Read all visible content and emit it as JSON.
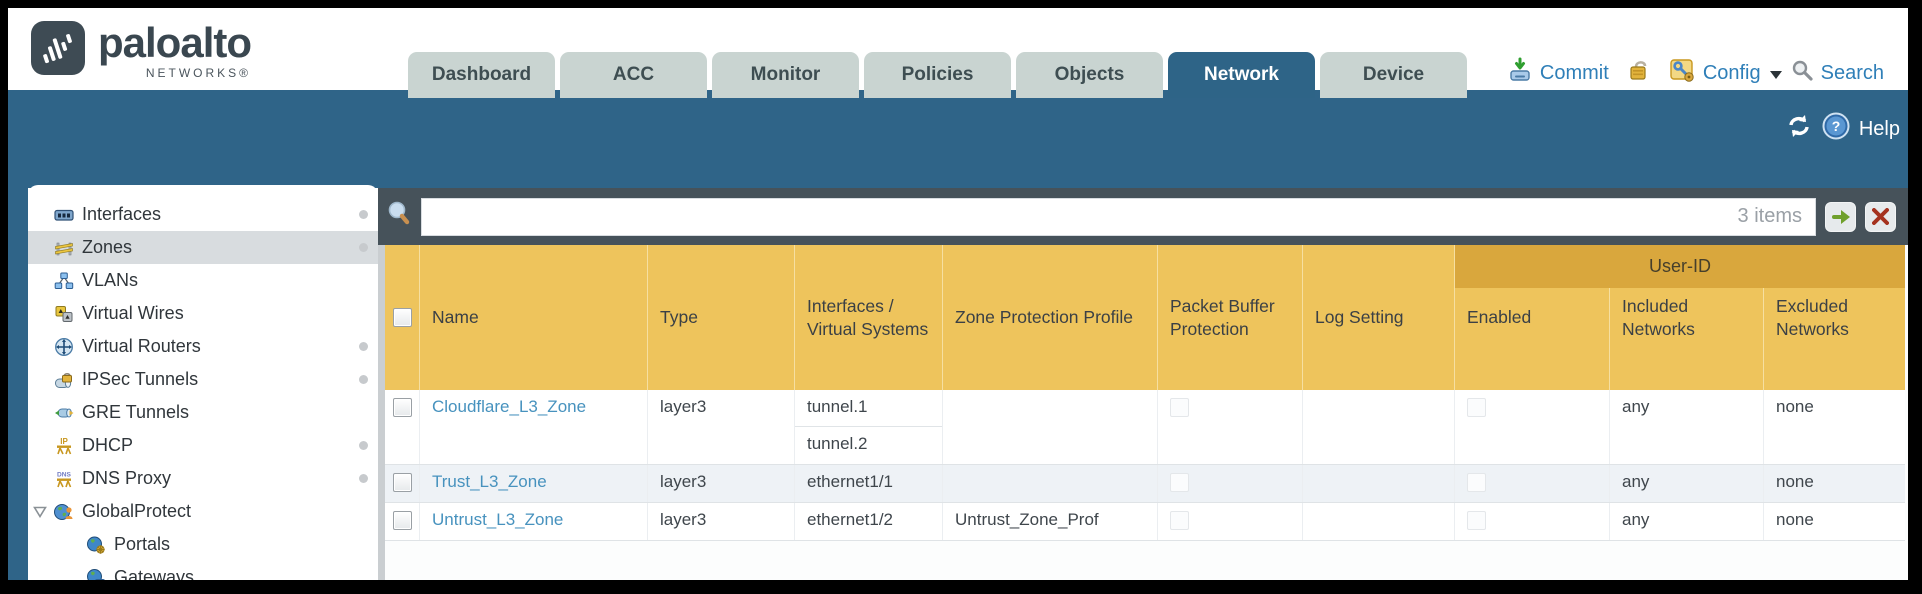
{
  "brand": {
    "name": "paloalto",
    "sub": "NETWORKS®"
  },
  "tabs": [
    {
      "label": "Dashboard",
      "active": false
    },
    {
      "label": "ACC",
      "active": false
    },
    {
      "label": "Monitor",
      "active": false
    },
    {
      "label": "Policies",
      "active": false
    },
    {
      "label": "Objects",
      "active": false
    },
    {
      "label": "Network",
      "active": true
    },
    {
      "label": "Device",
      "active": false
    }
  ],
  "utility": {
    "commit": "Commit",
    "config": "Config",
    "search": "Search"
  },
  "band": {
    "help": "Help"
  },
  "sidebar": {
    "items": [
      {
        "label": "Interfaces",
        "icon": "interfaces-icon",
        "dot": true,
        "selected": false
      },
      {
        "label": "Zones",
        "icon": "zones-icon",
        "dot": true,
        "selected": true
      },
      {
        "label": "VLANs",
        "icon": "vlans-icon",
        "dot": false
      },
      {
        "label": "Virtual Wires",
        "icon": "virtual-wires-icon",
        "dot": false
      },
      {
        "label": "Virtual Routers",
        "icon": "virtual-routers-icon",
        "dot": true
      },
      {
        "label": "IPSec Tunnels",
        "icon": "ipsec-tunnels-icon",
        "dot": true
      },
      {
        "label": "GRE Tunnels",
        "icon": "gre-tunnels-icon",
        "dot": false
      },
      {
        "label": "DHCP",
        "icon": "dhcp-icon",
        "dot": true
      },
      {
        "label": "DNS Proxy",
        "icon": "dns-proxy-icon",
        "dot": true
      },
      {
        "label": "GlobalProtect",
        "icon": "globalprotect-icon",
        "dot": false,
        "expanded": true
      },
      {
        "label": "Portals",
        "icon": "portals-icon",
        "dot": false,
        "child": true
      },
      {
        "label": "Gateways",
        "icon": "gateways-icon",
        "dot": false,
        "child": true
      }
    ]
  },
  "filter": {
    "value": "",
    "count_label": "3 items"
  },
  "table": {
    "group_header": "User-ID",
    "columns": [
      "Name",
      "Type",
      "Interfaces / Virtual Systems",
      "Zone Protection Profile",
      "Packet Buffer Protection",
      "Log Setting",
      "Enabled",
      "Included Networks",
      "Excluded Networks"
    ],
    "rows": [
      {
        "name": "Cloudflare_L3_Zone",
        "type": "layer3",
        "interfaces": [
          "tunnel.1",
          "tunnel.2"
        ],
        "zone_protection_profile": "",
        "log_setting": "",
        "included_networks": "any",
        "excluded_networks": "none"
      },
      {
        "name": "Trust_L3_Zone",
        "type": "layer3",
        "interfaces": [
          "ethernet1/1"
        ],
        "zone_protection_profile": "",
        "log_setting": "",
        "included_networks": "any",
        "excluded_networks": "none"
      },
      {
        "name": "Untrust_L3_Zone",
        "type": "layer3",
        "interfaces": [
          "ethernet1/2"
        ],
        "zone_protection_profile": "Untrust_Zone_Prof",
        "log_setting": "",
        "included_networks": "any",
        "excluded_networks": "none"
      }
    ]
  },
  "colors": {
    "accent_teal": "#2f6488",
    "slate": "#46525a",
    "header_gold": "#eec45c",
    "user_id_gold": "#d9a73d",
    "link_blue": "#4792be",
    "utility_blue": "#2f7fb8",
    "inactive_tab": "#c9d4d1"
  }
}
